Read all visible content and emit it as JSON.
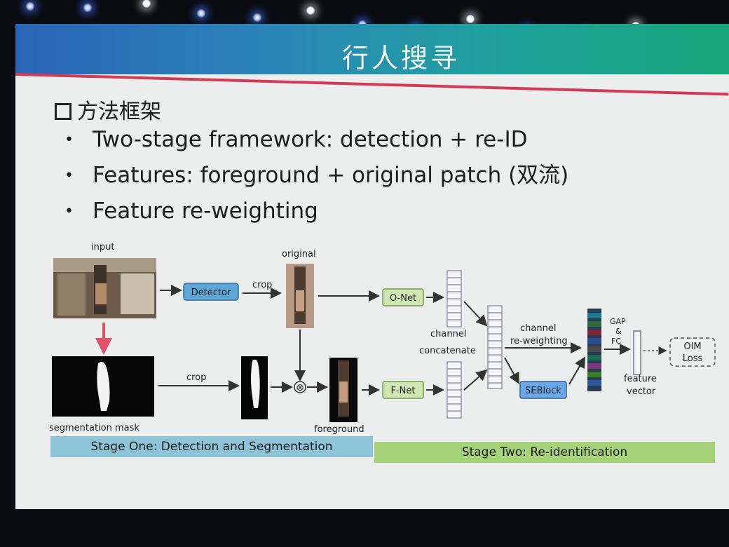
{
  "slide": {
    "title": "行人搜寻",
    "section_heading": "方法框架",
    "bullets": [
      "Two-stage framework: detection + re-ID",
      "Features: foreground + original patch (双流)",
      "Feature re-weighting"
    ]
  },
  "diagram": {
    "labels": {
      "input": "input",
      "original": "original",
      "crop_top": "crop",
      "crop_bottom": "crop",
      "segmentation_mask": "segmentation mask",
      "foreground": "foreground",
      "channel_concatenate_1": "channel",
      "channel_concatenate_2": "concatenate",
      "channel_reweighting_1": "channel",
      "channel_reweighting_2": "re-weighting",
      "gap_1": "GAP",
      "gap_2": "&",
      "gap_3": "FC",
      "feature_vector_1": "feature",
      "feature_vector_2": "vector",
      "multiply": "⊗"
    },
    "blocks": {
      "detector": "Detector",
      "onet": "O-Net",
      "fnet": "F-Net",
      "seblock": "SEBlock",
      "oim_loss_1": "OIM",
      "oim_loss_2": "Loss"
    },
    "stages": {
      "stage_one": "Stage One: Detection and Segmentation",
      "stage_two": "Stage Two: Re-identification"
    },
    "colors": {
      "detector_fill": "#5fa6d8",
      "net_fill": "#cfe7b3",
      "seblock_fill": "#6aa8e8",
      "stage_one_fill": "#8ec4d8",
      "stage_two_fill": "#a6d27a",
      "arrow_red": "#e0506a"
    }
  }
}
